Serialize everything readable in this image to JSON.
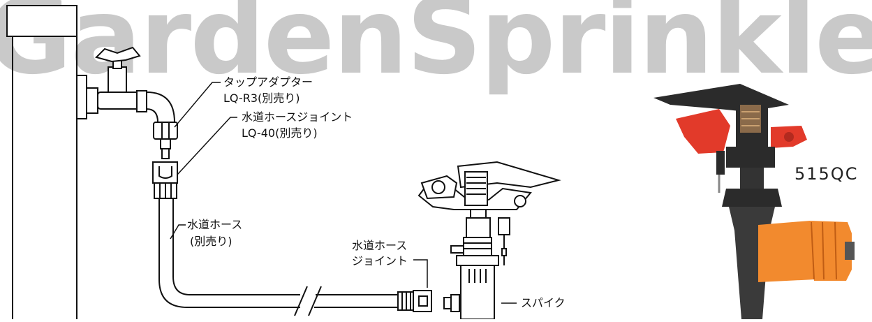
{
  "banner_text": "GardenSprinkler",
  "labels": {
    "tap_adapter": "タップアダプター",
    "tap_adapter_model": "LQ-R3(別売り)",
    "hose_joint": "水道ホースジョイント",
    "hose_joint_model": "LQ-40(別売り)",
    "hose": "水道ホース",
    "hose_note": "(別売り)",
    "hose_joint2_line1": "水道ホース",
    "hose_joint2_line2": "ジョイント",
    "spike": "スパイク"
  },
  "product_model": "515QC",
  "colors": {
    "banner": "#c9c9c9",
    "line": "#111111",
    "sprinkler_red": "#e23a2a",
    "connector_orange": "#f28a2e",
    "body_dark": "#2b2b2b"
  }
}
